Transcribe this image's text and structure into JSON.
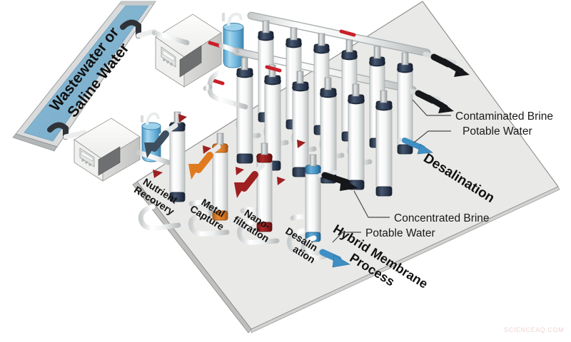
{
  "diagram": {
    "title": "Hybrid Membrane Process",
    "watermark": "SCIENCEAQ.COM",
    "source_label": {
      "line1": "Wastewater or",
      "line2": "Saline Water"
    },
    "platform_labels": [
      {
        "id": "desalination-area",
        "text": "Desalination"
      },
      {
        "id": "hybrid-membrane-process",
        "text": "Hybrid Membrane\nProcess"
      }
    ],
    "process_stages": [
      {
        "id": "nutrient-recovery",
        "line1": "Nutrient",
        "line2": "Recovery",
        "color": "#2c3e50",
        "arrow_color": "#3d4f5e"
      },
      {
        "id": "metal-capture",
        "line1": "Metal",
        "line2": "Capture",
        "color": "#d4772a",
        "arrow_color": "#e07a1f"
      },
      {
        "id": "nanofiltration",
        "line1": "Nano-",
        "line2": "filtration",
        "color": "#8e1b1b",
        "arrow_color": "#9e2020"
      },
      {
        "id": "desalination",
        "line1": "Desalin",
        "line2": "ation",
        "color": "#3f8fc4",
        "arrow_color": "#4a93c9"
      }
    ],
    "callouts": [
      {
        "id": "contaminated-brine",
        "line1": "Contaminated Brine",
        "line2": "Potable Water"
      },
      {
        "id": "concentrated-brine",
        "line1": "Concentrated Brine",
        "line2": "Potable Water"
      }
    ],
    "colors": {
      "platform": "#e9e9e7",
      "platform_edge": "#8a8a88",
      "water_panel": "#7fb3d0",
      "water_panel_frame": "#d8dadb",
      "pipe": "#f2f3f3",
      "pipe_edge": "#b9bcbd",
      "membrane_body": "#fbfbfb",
      "membrane_cap": "#2b3a52",
      "tank_blue": "#6fb5dd",
      "valve_red": "#c8202a",
      "arrow_black": "#15171a",
      "arrow_blue": "#3f8fc4",
      "box_face": "#f4f4f2",
      "box_screen": "#6d6f70"
    },
    "counts": {
      "membrane_modules_upper": 14,
      "blue_tanks": 2,
      "control_boxes": 2,
      "outlet_arrows_black": 3,
      "outlet_arrows_blue": 2
    }
  }
}
